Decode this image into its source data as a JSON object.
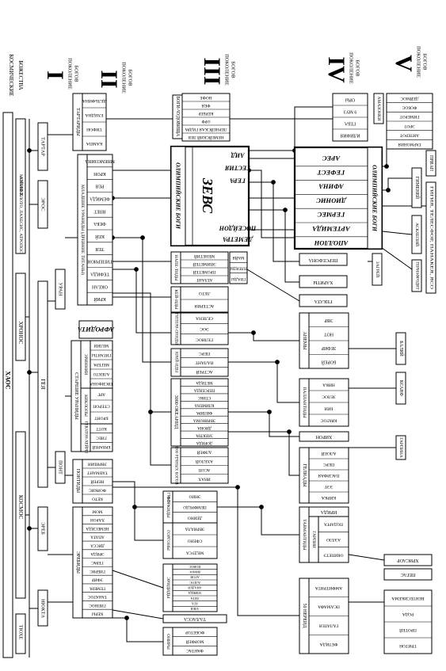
{
  "header": {
    "left": [
      "КОСМИЧЕСКИЕ",
      "БОЖЕСТВА"
    ],
    "I": {
      "numeral": "I",
      "sub": [
        "ПОКОЛЕНИЕ",
        "БОГОВ"
      ]
    },
    "II": {
      "numeral": "II",
      "sub": [
        "ПОКОЛЕНИЕ",
        "БОГОВ"
      ]
    },
    "III": {
      "numeral": "III",
      "sub": [
        "ПОКОЛЕНИЕ",
        "БОГОВ"
      ]
    },
    "IV": {
      "numeral": "IV",
      "sub": [
        "ПОКОЛЕНИЕ",
        "БОГОВ"
      ]
    },
    "V": {
      "numeral": "V",
      "sub": [
        "ПОКОЛЕНИЕ",
        "БОГОВ"
      ]
    }
  },
  "cosmic": {
    "chaos": "ХАОС",
    "ananke": "АНАНКЕ",
    "moirai": "МОЙРЫ: КЛОТО, ЛАХЕСИС, АТРОПОС",
    "chronos": "ХРОНОС",
    "kosmos": "КОСМОС",
    "tuhe": "ТЮХЕ",
    "tartar": "ТАРТАР",
    "eros": "ЭРОС",
    "gaia": "ГЕЯ",
    "uran": "УРАН",
    "pont": "ПОНТ",
    "ereb": "ЭРЕБ",
    "nyukta": "НЮКТА"
  },
  "gen2": {
    "tartarides": {
      "header": "ТАРТАРИДЫ",
      "items": [
        "ДЕЛЬФИНА",
        "ЕХИДНА",
        "ТИФОН",
        "КАМПА"
      ]
    },
    "titans": {
      "header": "МЛАДШИЕ УРАНИДЫ (ДРЕВНИЕ ТИТАНЫ)",
      "items": [
        "МНЕМОЗИНА",
        "КРОН",
        "РЕЯ",
        "ФЕМИДА",
        "ЯПЕТ",
        "ФЕБА",
        "КЕЙ",
        "ТЕЯ",
        "ГИПЕРИОН",
        "ТЕФИДА",
        "ОКЕАН",
        "КРИЙ"
      ]
    },
    "aphrodite": "АФРОДИТА",
    "elder": {
      "header": "СТАРШИЕ УРАНИДЫ",
      "groups": [
        {
          "label": "ЭРИННИИ",
          "items": [
            "МЕЛИИ",
            "ГИГАНТЫ",
            "МЕГЕРА",
            "АЛЕКТО",
            "ТИСИФОНА"
          ]
        },
        {
          "label": "КИКЛОПЫ",
          "items": [
            "АРГ",
            "СТЕРОП",
            "БРОНТ"
          ]
        },
        {
          "label": "ГЕКАТОН-ХЕЙРЫ",
          "items": [
            "КОТТ",
            "ГИЕС",
            "БРИАРЕЙ"
          ]
        }
      ]
    },
    "pontides": {
      "header": "ПОНТИДЫ",
      "items": [
        "ЭВРИБИЯ",
        "ТАВМАНТ",
        "НЕРЕЙ",
        "ФОРКИС",
        "КЕТО"
      ]
    },
    "erebides": {
      "header": "ЭРЕБИДЫ",
      "items": [
        "МОМ",
        "ХАРОН",
        "НЕМЕСИДА",
        "АПАТА",
        "ДИССА",
        "ЭРИДА",
        "ГЕРАС",
        "ГИБРИС",
        "ЭФИР",
        "ГЕМЕРА",
        "ТАНАТОС",
        "ГИПНОС",
        "КЕРЫ"
      ]
    }
  },
  "gen3": {
    "monsters": {
      "header": "БОГИ-ЧУДОВИЩА",
      "items": [
        "НОФЕ",
        "ФЕЯ",
        "КЕРБЕР",
        "ОРФ",
        "ЛЕРНЕЙСКАЯ ГИДРА",
        "НЕМЕЙСКИЙ ЛЕВ"
      ]
    },
    "olympians": {
      "header": "ОЛИМПИЙСКИЕ БОГИ",
      "zeus": "ЗЕВС",
      "items": [
        "АИД",
        "ГЕСТИЯ",
        "ГЕРА",
        "ПОСЕЙДОН",
        "ДЕМЕТРА"
      ]
    },
    "iapetides": {
      "header": "НАПЕ-ТИДЫ",
      "items": [
        "МЕНЕТИЙ",
        "ЭПИМЕТЕЙ",
        "ПРОМЕТЕЙ",
        "АТЛАНТ"
      ]
    },
    "atlantids": {
      "header": "ДЕТИ АТЛАНТА",
      "items": [
        "МАЙЯ",
        "ПЛЕЯДЫ",
        "ГИАДЫ"
      ]
    },
    "keides": {
      "header": "КЕЙ-ИДЫ",
      "items": [
        "ЛЕТО",
        "АСТЕРИЯ"
      ]
    },
    "hyperionides": {
      "header": "ГИПЕРИ-ОНИДЫ",
      "items": [
        "СЕЛЕНА",
        "ЭОС",
        "ГЕЛИОС"
      ]
    },
    "kriides": {
      "header": "КРИЙ-ИДЫ",
      "items": [
        "ПЕРС",
        "ПАЛАНТ",
        "АСТРЕЙ"
      ]
    },
    "oceanids": {
      "header": "3000 ОКЕАНИД",
      "items": [
        "МЕТИДА",
        "ПЕРСЕИДА",
        "СТИКС",
        "КЛИМЕНА",
        "ФИЛИРА",
        "ЭВРИНОМА",
        "ДИОНА",
        "ЭЛЕКТРА",
        "ДОРИДА"
      ]
    },
    "rivers": {
      "header": "3000 РЕЧНЫХ БОГОВ",
      "items": [
        "АЛФЕЙ",
        "АХЕЛОЙ",
        "АСОП",
        "ИНАХ"
      ]
    },
    "phorkids": {
      "header": "ФОРКИДЫ",
      "items": [
        "ЭНИО",
        "ПЕМФРЕДО",
        "ДЕИНО"
      ]
    },
    "gorgons": {
      "header": "ГОРГОНЫ",
      "items": [
        "ЭВРИАЛА",
        "СФЕНО",
        "МЕДУСА"
      ]
    },
    "graiai": "ГРАИ",
    "eridides": {
      "header": "ЭРИДИДЫ",
      "items": [
        "ПОНОС",
        "ЛИМОС",
        "АГОН",
        "АЛГОС",
        "АНАДЕЯ",
        "ЭЛИНДА",
        "ЛЕТА",
        "АТА",
        "ЭЛЕЯ"
      ]
    },
    "talassa": "ТАЛАССА",
    "oneiroi": {
      "header": "ОНИРЫ",
      "items": [
        "ФОБЕТОР",
        "МОРФЕЙ",
        "ФАНТАС"
      ]
    }
  },
  "gen4": {
    "olympians": {
      "header": "ОЛИМПИЙСКИЕ БОГИ",
      "items": [
        "АРЕС",
        "ГЕФЕСТ",
        "АФИНА",
        "ДИОНИС",
        "ГЕРМЕС",
        "АРТЕМИДА",
        "АПОЛЛОН"
      ]
    },
    "top": [
      "ОРЫ",
      "9 МУЗ",
      "ГЕБА",
      "ИЛИФИЯ"
    ],
    "persephone": "ПЕРСЕФОНА",
    "charites": "ХАРИТЫ",
    "hecate": "ГЕКАТА",
    "anemoi": {
      "header": "АНЕМЫ",
      "items": [
        "ЭВР",
        "НОТ",
        "ЗЕФИР",
        "БОРЕЙ"
      ]
    },
    "pallantides": {
      "header": "ПАЛЛАНТИДЫ",
      "items": [
        "НИКА",
        "ЗЕЛОС",
        "БИЯ",
        "КРАТОС"
      ]
    },
    "chiron": "ХИРОН",
    "heliades": {
      "header": "ГЕЛИАДЫ",
      "items": [
        "АЛОЕЙ",
        "ПЕРС",
        "ПАСИФАЯ",
        "ЭЭТ",
        "КИРКА"
      ]
    },
    "thaumantides": {
      "header": "ТАВМАНТИДЫ",
      "items": [
        "ИРИДА"
      ]
    },
    "harpies": {
      "header": "ГАРПИИ",
      "items": [
        "ПОДАРГА",
        "АЭЛЛО",
        "ОКИПЕТЭ"
      ]
    },
    "nereids": {
      "header": "50 НЕРЕИД",
      "items": [
        "АМФИТРИТА",
        "ПСАМАФА",
        "ГАЛАТЕЯ",
        "ФЕТИДА"
      ]
    }
  },
  "gen5": {
    "list1": [
      "ДЕЙМОС",
      "ФОБОС",
      "ГИМЕРОТ",
      "ЭРОТ",
      "АНТЕРОТ",
      "ГАРМОНИЯ"
    ],
    "amazons": "АМАЗОНКИ",
    "priap": "ПРИАП",
    "gimenei": "ГИМЕНЕЙ",
    "asklepij": "АСКЛЕПИЙ",
    "germafrodit": "ГЕРМАФРОДИТ",
    "gigiya": "ГИГИЯ, ТЕЛЕСФОР, ПАНАКЕЯ, ЯСО",
    "zagrej": "ЗАГРЕЙ",
    "balij": "БАЛИЙ",
    "ksanf": "КСАНФ",
    "garpina": "ГАРПИНА",
    "chrysaor": "ХРИСАОР",
    "pegas": "ПЕГАС",
    "triton": [
      "ВЕНТЕСИКЕМА",
      "РОДА",
      "ПРОТЕЙ",
      "ТРИТОН"
    ]
  }
}
